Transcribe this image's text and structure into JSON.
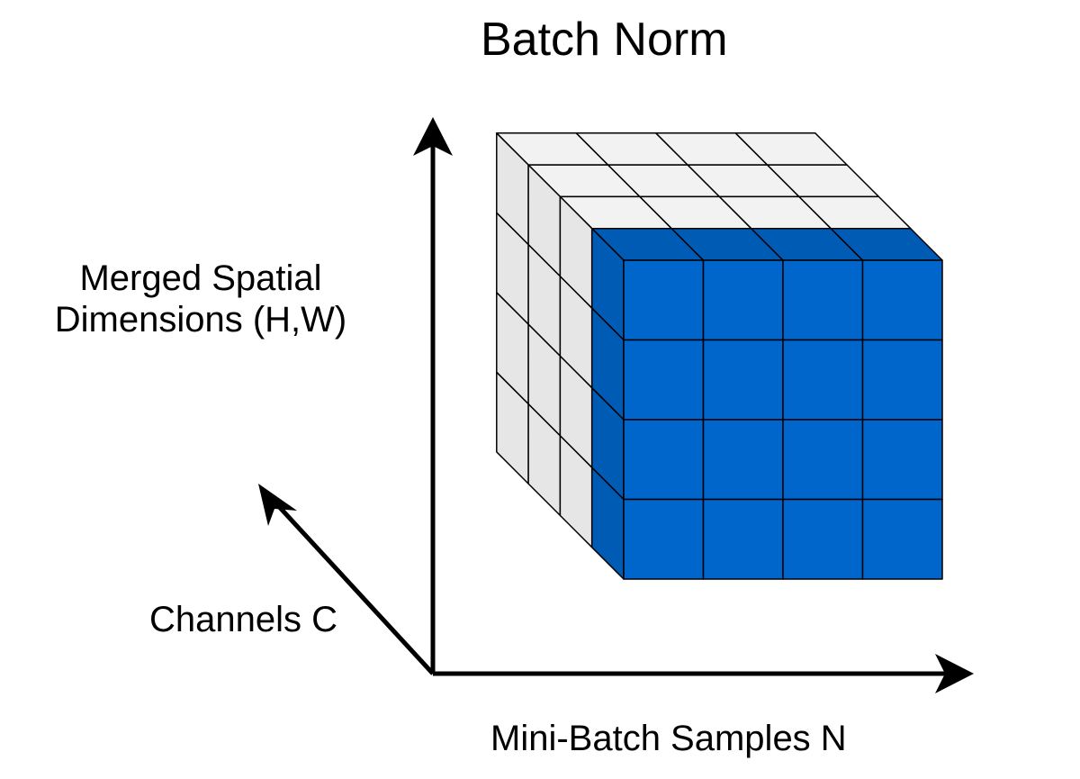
{
  "title": "Batch Norm",
  "axes": {
    "vertical_label_line1": "Merged Spatial",
    "vertical_label_line2": "Dimensions (H,W)",
    "depth_label": "Channels C",
    "horizontal_label": "Mini-Batch Samples N"
  },
  "cube": {
    "grid": 4,
    "highlighted_layer": "front",
    "colors": {
      "highlight_face": "#0066cc",
      "highlight_side": "#005bb5",
      "gray_top": "#f2f2f2",
      "gray_side": "#e6e6e6",
      "stroke": "#000000"
    }
  }
}
